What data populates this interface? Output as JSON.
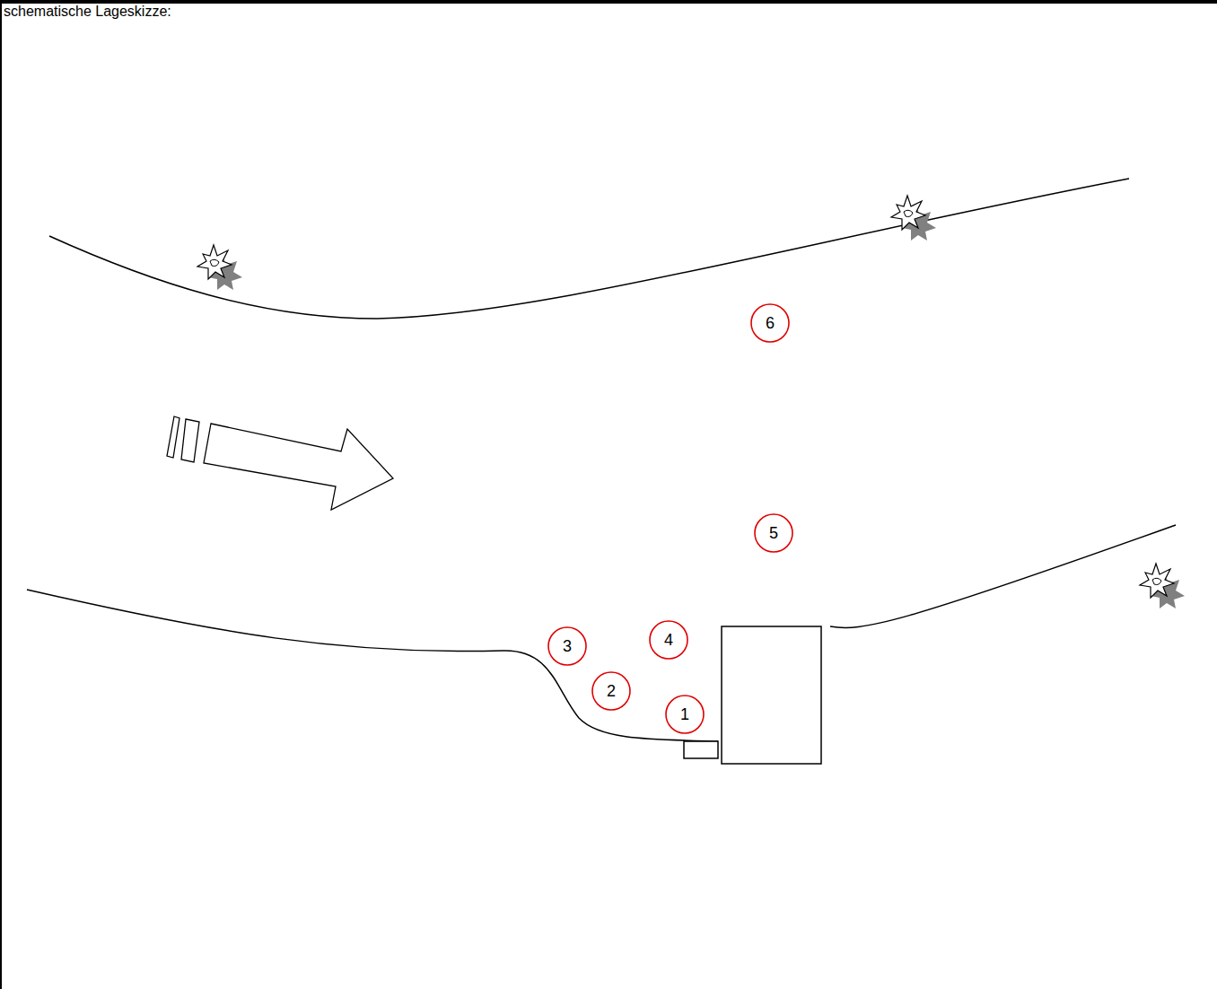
{
  "diagram": {
    "title": "schematische Lageskizze:",
    "nodes": [
      {
        "text": [
          "6"
        ]
      },
      {
        "text": [
          "5"
        ]
      },
      {
        "text": [
          "3"
        ]
      },
      {
        "text": [
          "4"
        ]
      },
      {
        "text": [
          "2"
        ]
      },
      {
        "text": [
          "1"
        ]
      }
    ]
  }
}
